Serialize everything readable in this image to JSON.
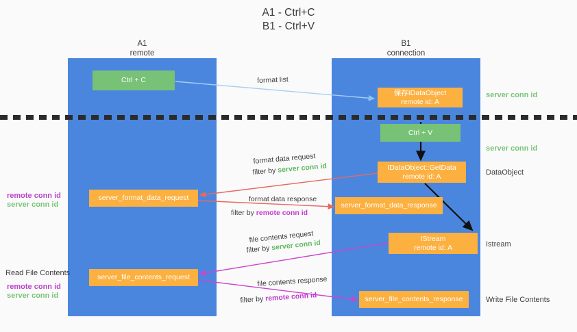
{
  "title": "A1 - Ctrl+C\nB1 - Ctrl+V",
  "colors": {
    "column_blue": "#4a86de",
    "box_green": "#77c277",
    "box_orange": "#fcb040",
    "server_conn_green": "#79c47a",
    "remote_conn_purple": "#b845c8",
    "background": "#fafafa",
    "divider_black": "#2b2b2b",
    "arrow_light_blue": "#a8cff0",
    "arrow_red": "#e8695f",
    "arrow_magenta": "#cc44cc",
    "arrow_black": "#111111"
  },
  "columns": [
    {
      "name": "A1",
      "subtitle": "remote",
      "header": "A1\nremote"
    },
    {
      "name": "B1",
      "subtitle": "connection",
      "header": "B1\nconnection"
    }
  ],
  "boxes": {
    "ctrl_c": "Ctrl + C",
    "ctrl_v": "Ctrl + V",
    "idataobject_hold": "保存IDataObject\nremote id: A",
    "idataobject_getdata": "IDataObject::GetData\nremote id: A",
    "istream": "IStream\nremote id: A",
    "server_format_data_request": "server_format_data_request",
    "server_format_data_response": "server_format_data_response",
    "server_file_contents_request": "server_file_contents_request",
    "server_file_contents_response": "server_file_contents_response"
  },
  "edge_labels": {
    "format_list": "format list",
    "format_data_request": "format data request",
    "format_data_request_filter_prefix": "filter by ",
    "format_data_request_filter_value": "server conn id",
    "format_data_response": "format data response",
    "format_data_response_filter_prefix": "filter by ",
    "format_data_response_filter_value": "remote conn id",
    "file_contents_request": "file contents request",
    "file_contents_request_filter_prefix": "filter by ",
    "file_contents_request_filter_value": "server conn id",
    "file_contents_response": "file contents response",
    "file_contents_response_filter_prefix": "filter by ",
    "file_contents_response_filter_value": "remote conn id"
  },
  "right_notes": {
    "server_conn_id_top": "server conn id",
    "server_conn_id_mid": "server conn id",
    "dataobject": "DataObject",
    "istream": "Istream",
    "write_file_contents": "Write File Contents"
  },
  "left_notes": {
    "format_remote_conn_id": "remote conn id",
    "format_server_conn_id": "server conn id",
    "read_file_contents": "Read File Contents",
    "file_remote_conn_id": "remote conn id",
    "file_server_conn_id": "server conn id"
  }
}
